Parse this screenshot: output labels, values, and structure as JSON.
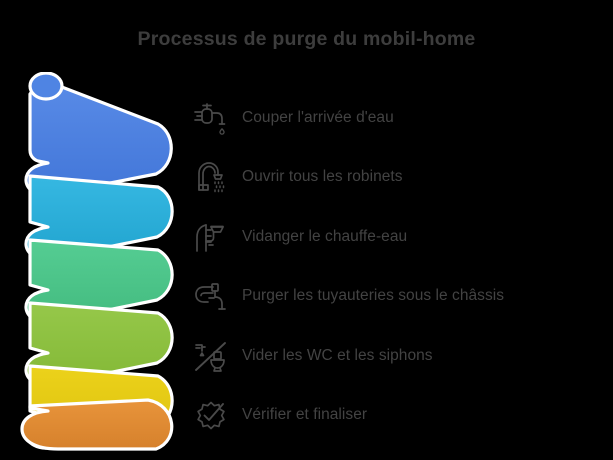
{
  "title": "Processus de purge du mobil-home",
  "background_color": "#000000",
  "title_color": "#3d3d3d",
  "label_color": "#434343",
  "icon_stroke_color": "#4a4a4a",
  "spiral": {
    "name": "coiled-ribbon-spiral",
    "outline_color": "#ffffff",
    "bands": [
      {
        "name": "band-1-blue",
        "color": "#4a80e1"
      },
      {
        "name": "band-2-cyan",
        "color": "#2aaedb"
      },
      {
        "name": "band-3-green",
        "color": "#4cc489"
      },
      {
        "name": "band-4-lime",
        "color": "#8cc03f"
      },
      {
        "name": "band-5-yellow",
        "color": "#e3c913"
      },
      {
        "name": "band-6-orange",
        "color": "#df8a33"
      }
    ]
  },
  "steps": [
    {
      "index": "1",
      "icon": "faucet-drip-icon",
      "label": "Couper l'arrivée d'eau"
    },
    {
      "index": "2",
      "icon": "shower-head-icon",
      "label": "Ouvrir tous les robinets"
    },
    {
      "index": "3",
      "icon": "water-heater-drain-icon",
      "label": "Vidanger le chauffe-eau"
    },
    {
      "index": "4",
      "icon": "pipes-valve-icon",
      "label": "Purger les tuyauteries sous le châssis"
    },
    {
      "index": "5",
      "icon": "toilet-no-water-icon",
      "label": "Vider les WC et les siphons"
    },
    {
      "index": "6",
      "icon": "check-badge-icon",
      "label": "Vérifier et finaliser"
    }
  ]
}
